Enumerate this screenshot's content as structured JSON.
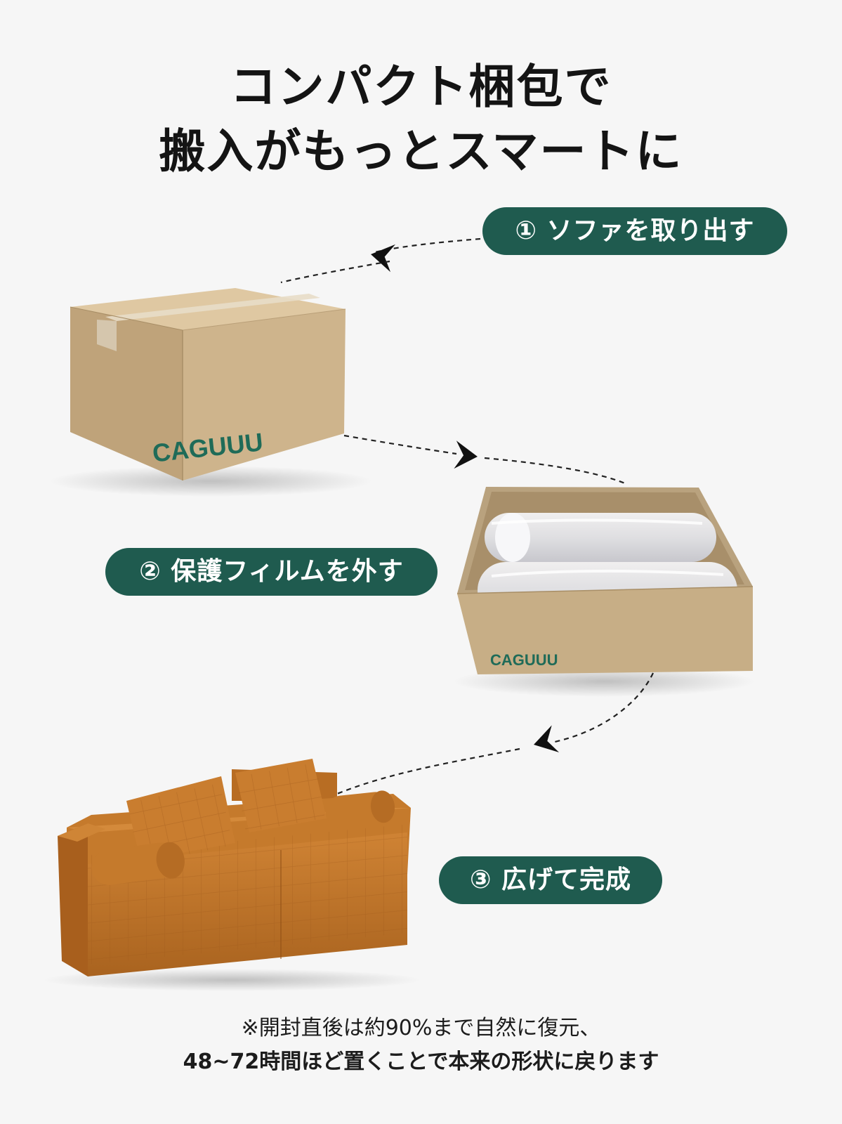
{
  "title": {
    "line1": "コンパクト梱包で",
    "line2": "搬入がもっとスマートに"
  },
  "steps": [
    {
      "label": "① ソファを取り出す"
    },
    {
      "label": "② 保護フィルムを外す"
    },
    {
      "label": "③ 広げて完成"
    }
  ],
  "box": {
    "brand": "CAGUUU"
  },
  "open_box": {
    "brand": "CAGUUU"
  },
  "note": {
    "line1": "※開封直後は約90%まで自然に復元、",
    "line2": "48~72時間ほど置くことで本来の形状に戻ります"
  },
  "colors": {
    "background": "#f6f6f6",
    "accent": "#1f5b4f",
    "cardboard": "#cfb58c",
    "sofa": "#c57a2c"
  }
}
